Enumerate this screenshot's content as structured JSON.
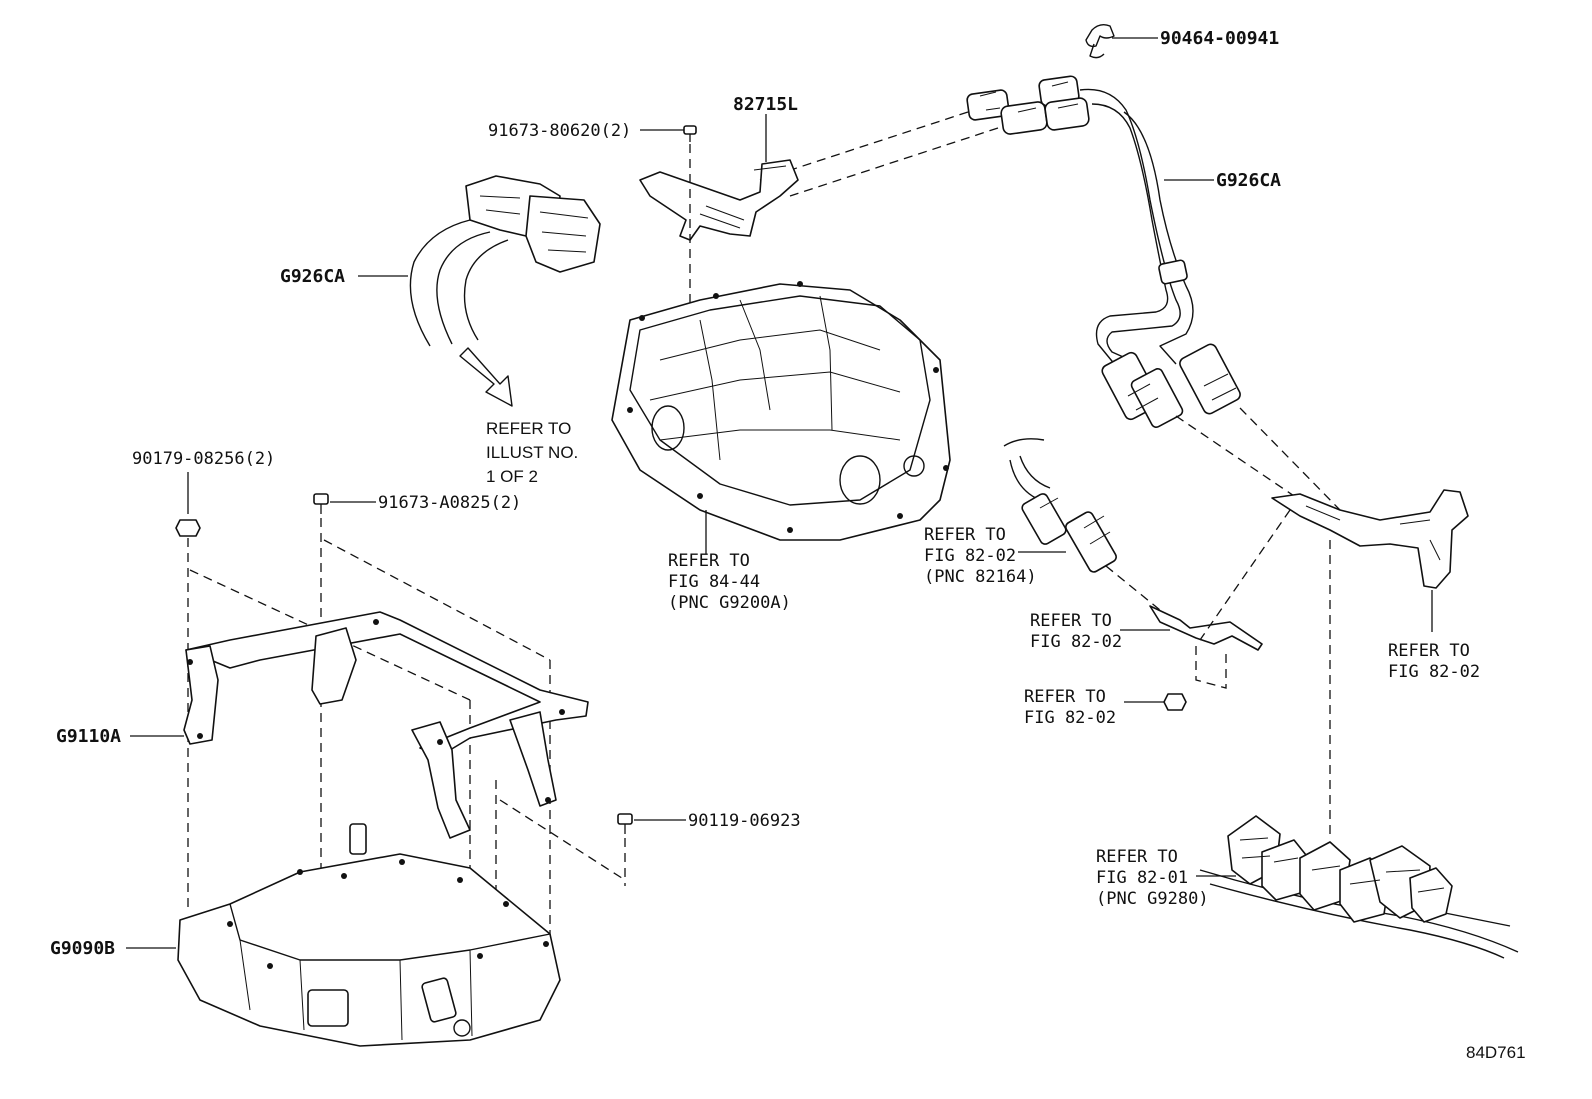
{
  "diagram": {
    "drawing_code": "84D761",
    "labels": {
      "p90464_00941": "90464-00941",
      "p82715l": "82715L",
      "p91673_80620": "91673-80620(2)",
      "g926ca_right": "G926CA",
      "g926ca_left": "G926CA",
      "illust_1": "REFER TO",
      "illust_2": "ILLUST NO.",
      "illust_3": "1 OF 2",
      "p90179_08256": "90179-08256(2)",
      "p91673_a0825": "91673-A0825(2)",
      "fig8444_1": "REFER TO",
      "fig8444_2": "FIG 84-44",
      "fig8444_3": "(PNC G9200A)",
      "fig8202a_1": "REFER TO",
      "fig8202a_2": "FIG 82-02",
      "fig8202a_3": "(PNC 82164)",
      "fig8202b_1": "REFER TO",
      "fig8202b_2": "FIG 82-02",
      "fig8202c_1": "REFER TO",
      "fig8202c_2": "FIG 82-02",
      "fig8202d_1": "REFER TO",
      "fig8202d_2": "FIG 82-02",
      "g9110a": "G9110A",
      "p90119_06923": "90119-06923",
      "fig8201_1": "REFER TO",
      "fig8201_2": "FIG 82-01",
      "fig8201_3": "(PNC G9280)",
      "g9090b": "G9090B"
    }
  }
}
